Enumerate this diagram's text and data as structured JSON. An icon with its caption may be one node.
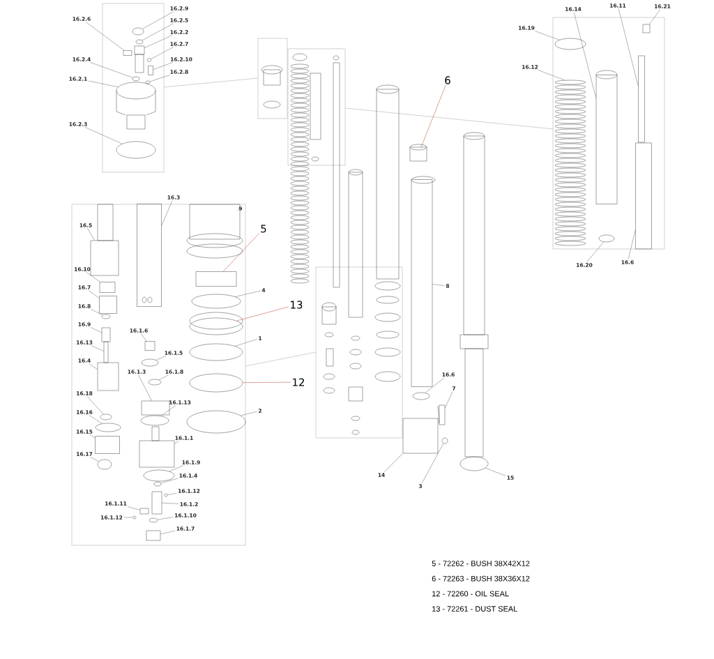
{
  "diagram": {
    "nodes": [
      {
        "text": [
          "16.2.9"
        ]
      },
      {
        "text": [
          "16.2.5"
        ]
      },
      {
        "text": [
          "16.2.2"
        ]
      },
      {
        "text": [
          "16.2.7"
        ]
      },
      {
        "text": [
          "16.2.10"
        ]
      },
      {
        "text": [
          "16.2.8"
        ]
      },
      {
        "text": [
          "16.2.6"
        ]
      },
      {
        "text": [
          "16.2.4"
        ]
      },
      {
        "text": [
          "16.2.1"
        ]
      },
      {
        "text": [
          "16.2.3"
        ]
      },
      {
        "text": [
          "16.19"
        ]
      },
      {
        "text": [
          "16.12"
        ]
      },
      {
        "text": [
          "16.14"
        ]
      },
      {
        "text": [
          "16.11"
        ]
      },
      {
        "text": [
          "16.21"
        ]
      },
      {
        "text": [
          "16.20"
        ]
      },
      {
        "text": [
          "16.6"
        ]
      },
      {
        "text": [
          "16.3"
        ]
      },
      {
        "text": [
          "9"
        ]
      },
      {
        "text": [
          "16.5"
        ]
      },
      {
        "text": [
          "16.10"
        ]
      },
      {
        "text": [
          "16.7"
        ]
      },
      {
        "text": [
          "16.8"
        ]
      },
      {
        "text": [
          "16.9"
        ]
      },
      {
        "text": [
          "16.13"
        ]
      },
      {
        "text": [
          "16.4"
        ]
      },
      {
        "text": [
          "16.18"
        ]
      },
      {
        "text": [
          "16.16"
        ]
      },
      {
        "text": [
          "16.15"
        ]
      },
      {
        "text": [
          "16.17"
        ]
      },
      {
        "text": [
          "16.1.6"
        ]
      },
      {
        "text": [
          "16.1.5"
        ]
      },
      {
        "text": [
          "16.1.3"
        ]
      },
      {
        "text": [
          "16.1.8"
        ]
      },
      {
        "text": [
          "16.1.13"
        ]
      },
      {
        "text": [
          "16.1.1"
        ]
      },
      {
        "text": [
          "16.1.9"
        ]
      },
      {
        "text": [
          "16.1.4"
        ]
      },
      {
        "text": [
          "16.1.12"
        ]
      },
      {
        "text": [
          "16.1.2"
        ]
      },
      {
        "text": [
          "16.1.11"
        ]
      },
      {
        "text": [
          "16.1.12"
        ]
      },
      {
        "text": [
          "16.1.10"
        ]
      },
      {
        "text": [
          "16.1.7"
        ]
      },
      {
        "text": [
          "5"
        ]
      },
      {
        "text": [
          "4"
        ]
      },
      {
        "text": [
          "13"
        ]
      },
      {
        "text": [
          "1"
        ]
      },
      {
        "text": [
          "12"
        ]
      },
      {
        "text": [
          "2"
        ]
      },
      {
        "text": [
          "6"
        ]
      },
      {
        "text": [
          "8"
        ]
      },
      {
        "text": [
          "16.6"
        ]
      },
      {
        "text": [
          "7"
        ]
      },
      {
        "text": [
          "14"
        ]
      },
      {
        "text": [
          "3"
        ]
      },
      {
        "text": [
          "15"
        ]
      },
      {
        "text": [],
        "shape": "circle"
      },
      {
        "text": [],
        "shape": "circle"
      },
      {
        "text": [],
        "shape": "box"
      },
      {
        "text": [],
        "shape": "circle"
      },
      {
        "text": [],
        "shape": "box"
      },
      {
        "text": [],
        "shape": "circle"
      },
      {
        "text": [],
        "shape": "box"
      },
      {
        "text": [],
        "shape": "circle"
      },
      {
        "text": [],
        "shape": "circle"
      },
      {
        "text": [],
        "shape": "circle"
      },
      {
        "text": [],
        "shape": "circle"
      },
      {
        "text": [],
        "shape": "circle"
      },
      {
        "text": [],
        "shape": "box"
      },
      {
        "text": [],
        "shape": "box"
      },
      {
        "text": [],
        "shape": "box"
      },
      {
        "text": [],
        "shape": "circle"
      },
      {
        "text": [],
        "shape": "box"
      },
      {
        "text": [],
        "shape": "box"
      },
      {
        "text": [],
        "shape": "box"
      },
      {
        "text": [],
        "shape": "box"
      },
      {
        "text": [],
        "shape": "box"
      },
      {
        "text": [],
        "shape": "box"
      },
      {
        "text": [],
        "shape": "circle"
      },
      {
        "text": [],
        "shape": "box"
      },
      {
        "text": [],
        "shape": "box"
      },
      {
        "text": [],
        "shape": "box"
      },
      {
        "text": [],
        "shape": "circle"
      },
      {
        "text": [],
        "shape": "circle"
      },
      {
        "text": [],
        "shape": "box"
      },
      {
        "text": [],
        "shape": "circle"
      },
      {
        "text": [],
        "shape": "box"
      },
      {
        "text": [],
        "shape": "circle"
      },
      {
        "text": [],
        "shape": "box"
      },
      {
        "text": [],
        "shape": "circle"
      },
      {
        "text": [],
        "shape": "circle"
      },
      {
        "text": [],
        "shape": "box"
      },
      {
        "text": [],
        "shape": "circle"
      },
      {
        "text": [],
        "shape": "circle"
      },
      {
        "text": [],
        "shape": "circle"
      },
      {
        "text": [],
        "shape": "box"
      },
      {
        "text": [],
        "shape": "box"
      },
      {
        "text": [],
        "shape": "circle"
      },
      {
        "text": [],
        "shape": "circle"
      },
      {
        "text": [],
        "shape": "box"
      },
      {
        "text": [],
        "shape": "box"
      },
      {
        "text": [],
        "shape": "circle"
      },
      {
        "text": [],
        "shape": "circle"
      },
      {
        "text": [],
        "shape": "circle"
      },
      {
        "text": [],
        "shape": "circle"
      },
      {
        "text": [],
        "shape": "circle"
      },
      {
        "text": [],
        "shape": "box"
      },
      {
        "text": [],
        "shape": "box"
      },
      {
        "text": [],
        "shape": "circle"
      },
      {
        "text": [],
        "shape": "box"
      },
      {
        "text": [],
        "shape": "box"
      },
      {
        "text": [],
        "shape": "circle"
      },
      {
        "text": [],
        "shape": "circle"
      }
    ],
    "edges": [
      {
        "from": 0,
        "to": 57,
        "arrow": "none"
      },
      {
        "from": 1,
        "to": 58,
        "arrow": "none"
      },
      {
        "from": 2,
        "to": 59,
        "arrow": "none"
      },
      {
        "from": 3,
        "to": 60,
        "arrow": "none"
      },
      {
        "from": 4,
        "to": 61,
        "arrow": "none"
      },
      {
        "from": 5,
        "to": 62,
        "arrow": "none"
      },
      {
        "from": 6,
        "to": 63,
        "arrow": "none"
      },
      {
        "from": 7,
        "to": 64,
        "arrow": "none"
      },
      {
        "from": 8,
        "to": 65,
        "arrow": "none"
      },
      {
        "from": 9,
        "to": 66,
        "arrow": "none"
      },
      {
        "from": 10,
        "to": 67,
        "arrow": "none"
      },
      {
        "from": 11,
        "to": 68,
        "arrow": "none"
      },
      {
        "from": 12,
        "to": 69,
        "arrow": "none"
      },
      {
        "from": 13,
        "to": 70,
        "arrow": "none"
      },
      {
        "from": 14,
        "to": 71,
        "arrow": "none"
      },
      {
        "from": 15,
        "to": 72,
        "arrow": "none"
      },
      {
        "from": 16,
        "to": 73,
        "arrow": "none"
      },
      {
        "from": 17,
        "to": 74,
        "arrow": "none"
      },
      {
        "from": 18,
        "to": 75,
        "arrow": "none"
      },
      {
        "from": 19,
        "to": 76,
        "arrow": "none"
      },
      {
        "from": 20,
        "to": 77,
        "arrow": "none"
      },
      {
        "from": 21,
        "to": 78,
        "arrow": "none"
      },
      {
        "from": 22,
        "to": 79,
        "arrow": "none"
      },
      {
        "from": 23,
        "to": 80,
        "arrow": "none"
      },
      {
        "from": 24,
        "to": 81,
        "arrow": "none"
      },
      {
        "from": 25,
        "to": 82,
        "arrow": "none"
      },
      {
        "from": 26,
        "to": 83,
        "arrow": "none"
      },
      {
        "from": 27,
        "to": 84,
        "arrow": "none"
      },
      {
        "from": 28,
        "to": 85,
        "arrow": "none"
      },
      {
        "from": 29,
        "to": 86,
        "arrow": "none"
      },
      {
        "from": 30,
        "to": 87,
        "arrow": "none"
      },
      {
        "from": 31,
        "to": 88,
        "arrow": "none"
      },
      {
        "from": 32,
        "to": 89,
        "arrow": "none"
      },
      {
        "from": 33,
        "to": 90,
        "arrow": "none"
      },
      {
        "from": 34,
        "to": 91,
        "arrow": "none"
      },
      {
        "from": 35,
        "to": 92,
        "arrow": "none"
      },
      {
        "from": 36,
        "to": 93,
        "arrow": "none"
      },
      {
        "from": 37,
        "to": 94,
        "arrow": "none"
      },
      {
        "from": 38,
        "to": 95,
        "arrow": "none"
      },
      {
        "from": 39,
        "to": 96,
        "arrow": "none"
      },
      {
        "from": 40,
        "to": 97,
        "arrow": "none"
      },
      {
        "from": 41,
        "to": 98,
        "arrow": "none"
      },
      {
        "from": 42,
        "to": 99,
        "arrow": "none"
      },
      {
        "from": 43,
        "to": 100,
        "arrow": "none"
      },
      {
        "from": 44,
        "to": 101,
        "arrow": "none",
        "color": "#c0392b"
      },
      {
        "from": 45,
        "to": 102,
        "arrow": "none"
      },
      {
        "from": 46,
        "to": 103,
        "arrow": "none",
        "color": "#c0392b"
      },
      {
        "from": 47,
        "to": 104,
        "arrow": "none"
      },
      {
        "from": 48,
        "to": 105,
        "arrow": "none",
        "color": "#c0392b"
      },
      {
        "from": 49,
        "to": 106,
        "arrow": "none"
      },
      {
        "from": 50,
        "to": 107,
        "arrow": "none",
        "color": "#c0392b"
      },
      {
        "from": 51,
        "to": 108,
        "arrow": "none"
      },
      {
        "from": 52,
        "to": 109,
        "arrow": "none"
      },
      {
        "from": 53,
        "to": 110,
        "arrow": "none"
      },
      {
        "from": 54,
        "to": 111,
        "arrow": "none"
      },
      {
        "from": 55,
        "to": 112,
        "arrow": "none"
      },
      {
        "from": 56,
        "to": 113,
        "arrow": "none"
      }
    ],
    "labels": [
      "5 - 72262 - BUSH 38X42X12",
      "6 - 72263 - BUSH 38X36X12",
      "12 - 72260 - OIL SEAL",
      "13 - 72261 - DUST SEAL"
    ]
  }
}
